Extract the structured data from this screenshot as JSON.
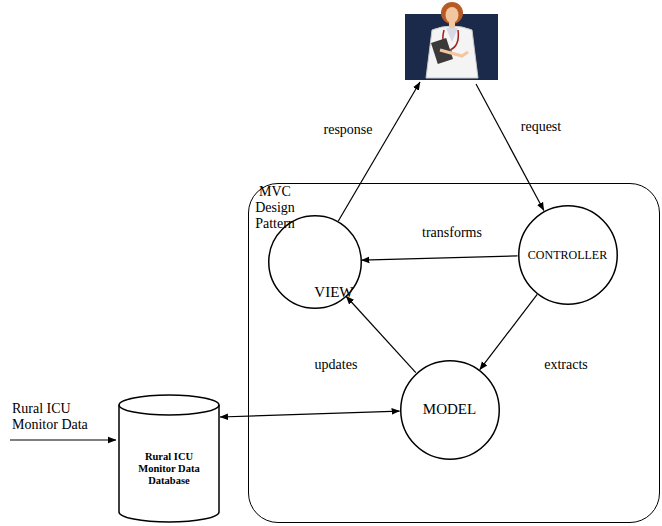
{
  "diagram": {
    "nodes": [
      {
        "text": [
          "MVC Design Pattern"
        ]
      },
      {
        "text": [
          "VIEW"
        ],
        "in": 0
      },
      {
        "text": [
          "CONTROLLER"
        ],
        "in": 0
      },
      {
        "text": [
          "MODEL"
        ],
        "in": 0
      },
      {
        "text": [
          "Rural ICU Monitor Data Database"
        ]
      }
    ],
    "edges": [
      {
        "from": 2,
        "to": 1,
        "label": "transforms",
        "arrow": "to"
      },
      {
        "from": 2,
        "to": 3,
        "label": "extracts",
        "arrow": "to"
      },
      {
        "from": 3,
        "to": 1,
        "label": "updates",
        "arrow": "to"
      },
      {
        "from": 4,
        "to": 3,
        "arrow": "both"
      }
    ],
    "labels": [
      "response",
      "request",
      "Rural ICU Monitor Data"
    ]
  }
}
